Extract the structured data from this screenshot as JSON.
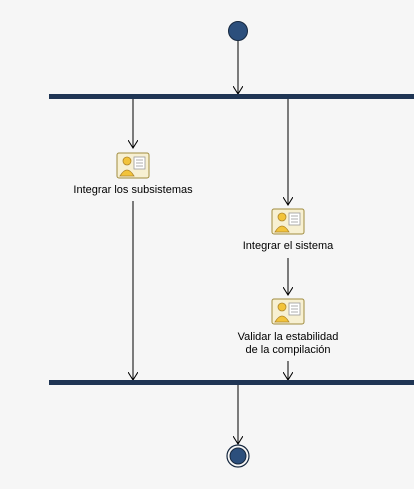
{
  "diagram": {
    "type": "activity-diagram",
    "nodes": {
      "initial": {
        "kind": "initial-node",
        "icon": "filled-circle"
      },
      "fork": {
        "kind": "fork-bar"
      },
      "integrar_subsistemas": {
        "kind": "activity",
        "icon": "person-document-icon",
        "label": "Integrar los subsistemas"
      },
      "integrar_sistema": {
        "kind": "activity",
        "icon": "person-document-icon",
        "label": "Integrar el sistema"
      },
      "validar": {
        "kind": "activity",
        "icon": "person-document-icon",
        "label_line1": "Validar la estabilidad",
        "label_line2": "de la compilación"
      },
      "join": {
        "kind": "join-bar"
      },
      "final": {
        "kind": "final-node",
        "icon": "bullseye-circle"
      }
    },
    "edges": [
      [
        "initial",
        "fork"
      ],
      [
        "fork",
        "integrar_subsistemas"
      ],
      [
        "fork",
        "integrar_sistema"
      ],
      [
        "integrar_sistema",
        "validar"
      ],
      [
        "integrar_subsistemas",
        "join"
      ],
      [
        "validar",
        "join"
      ],
      [
        "join",
        "final"
      ]
    ],
    "colors": {
      "background": "#f6f6f6",
      "bar": "#1f3554",
      "node_fill": "#2c4f7c",
      "node_stroke": "#16283f",
      "line": "#000000"
    }
  }
}
